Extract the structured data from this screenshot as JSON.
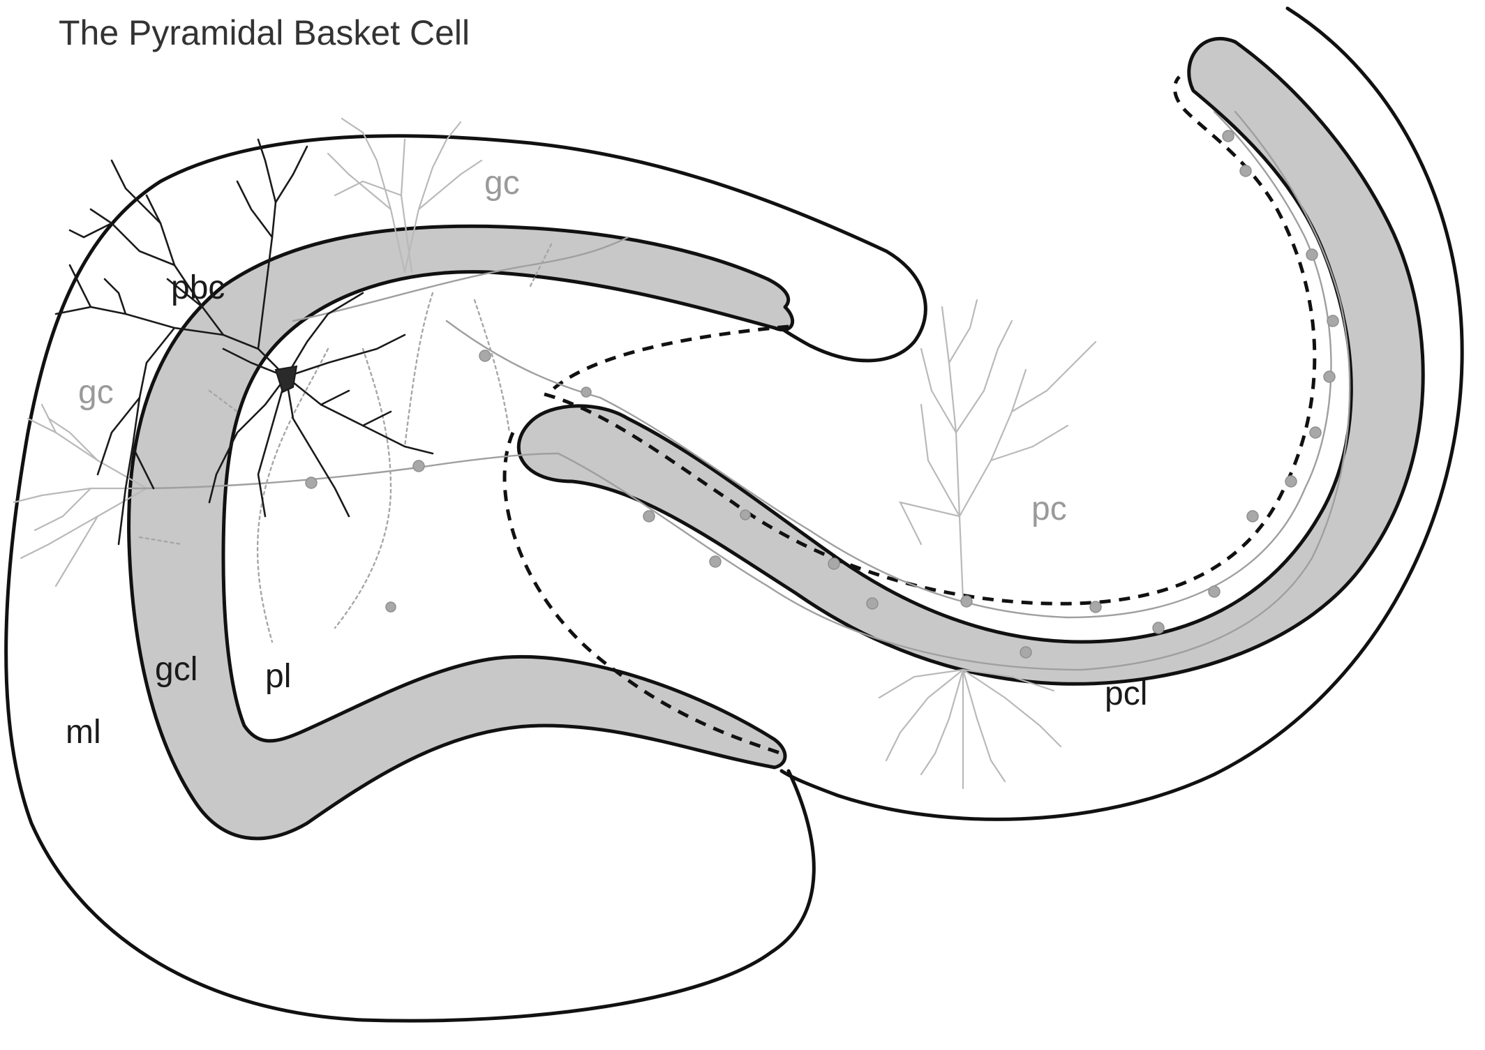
{
  "title": "The Pyramidal Basket Cell",
  "labels": {
    "pbc": "pbc",
    "gc_upper": "gc",
    "gc_left": "gc",
    "pc": "pc",
    "gcl": "gcl",
    "pl": "pl",
    "ml": "ml",
    "pcl": "pcl"
  },
  "colors": {
    "layer_fill": "#c8c8c8",
    "outline": "#111111",
    "neuron_dark": "#1a1a1a",
    "neuron_light": "#b9b9b9"
  }
}
